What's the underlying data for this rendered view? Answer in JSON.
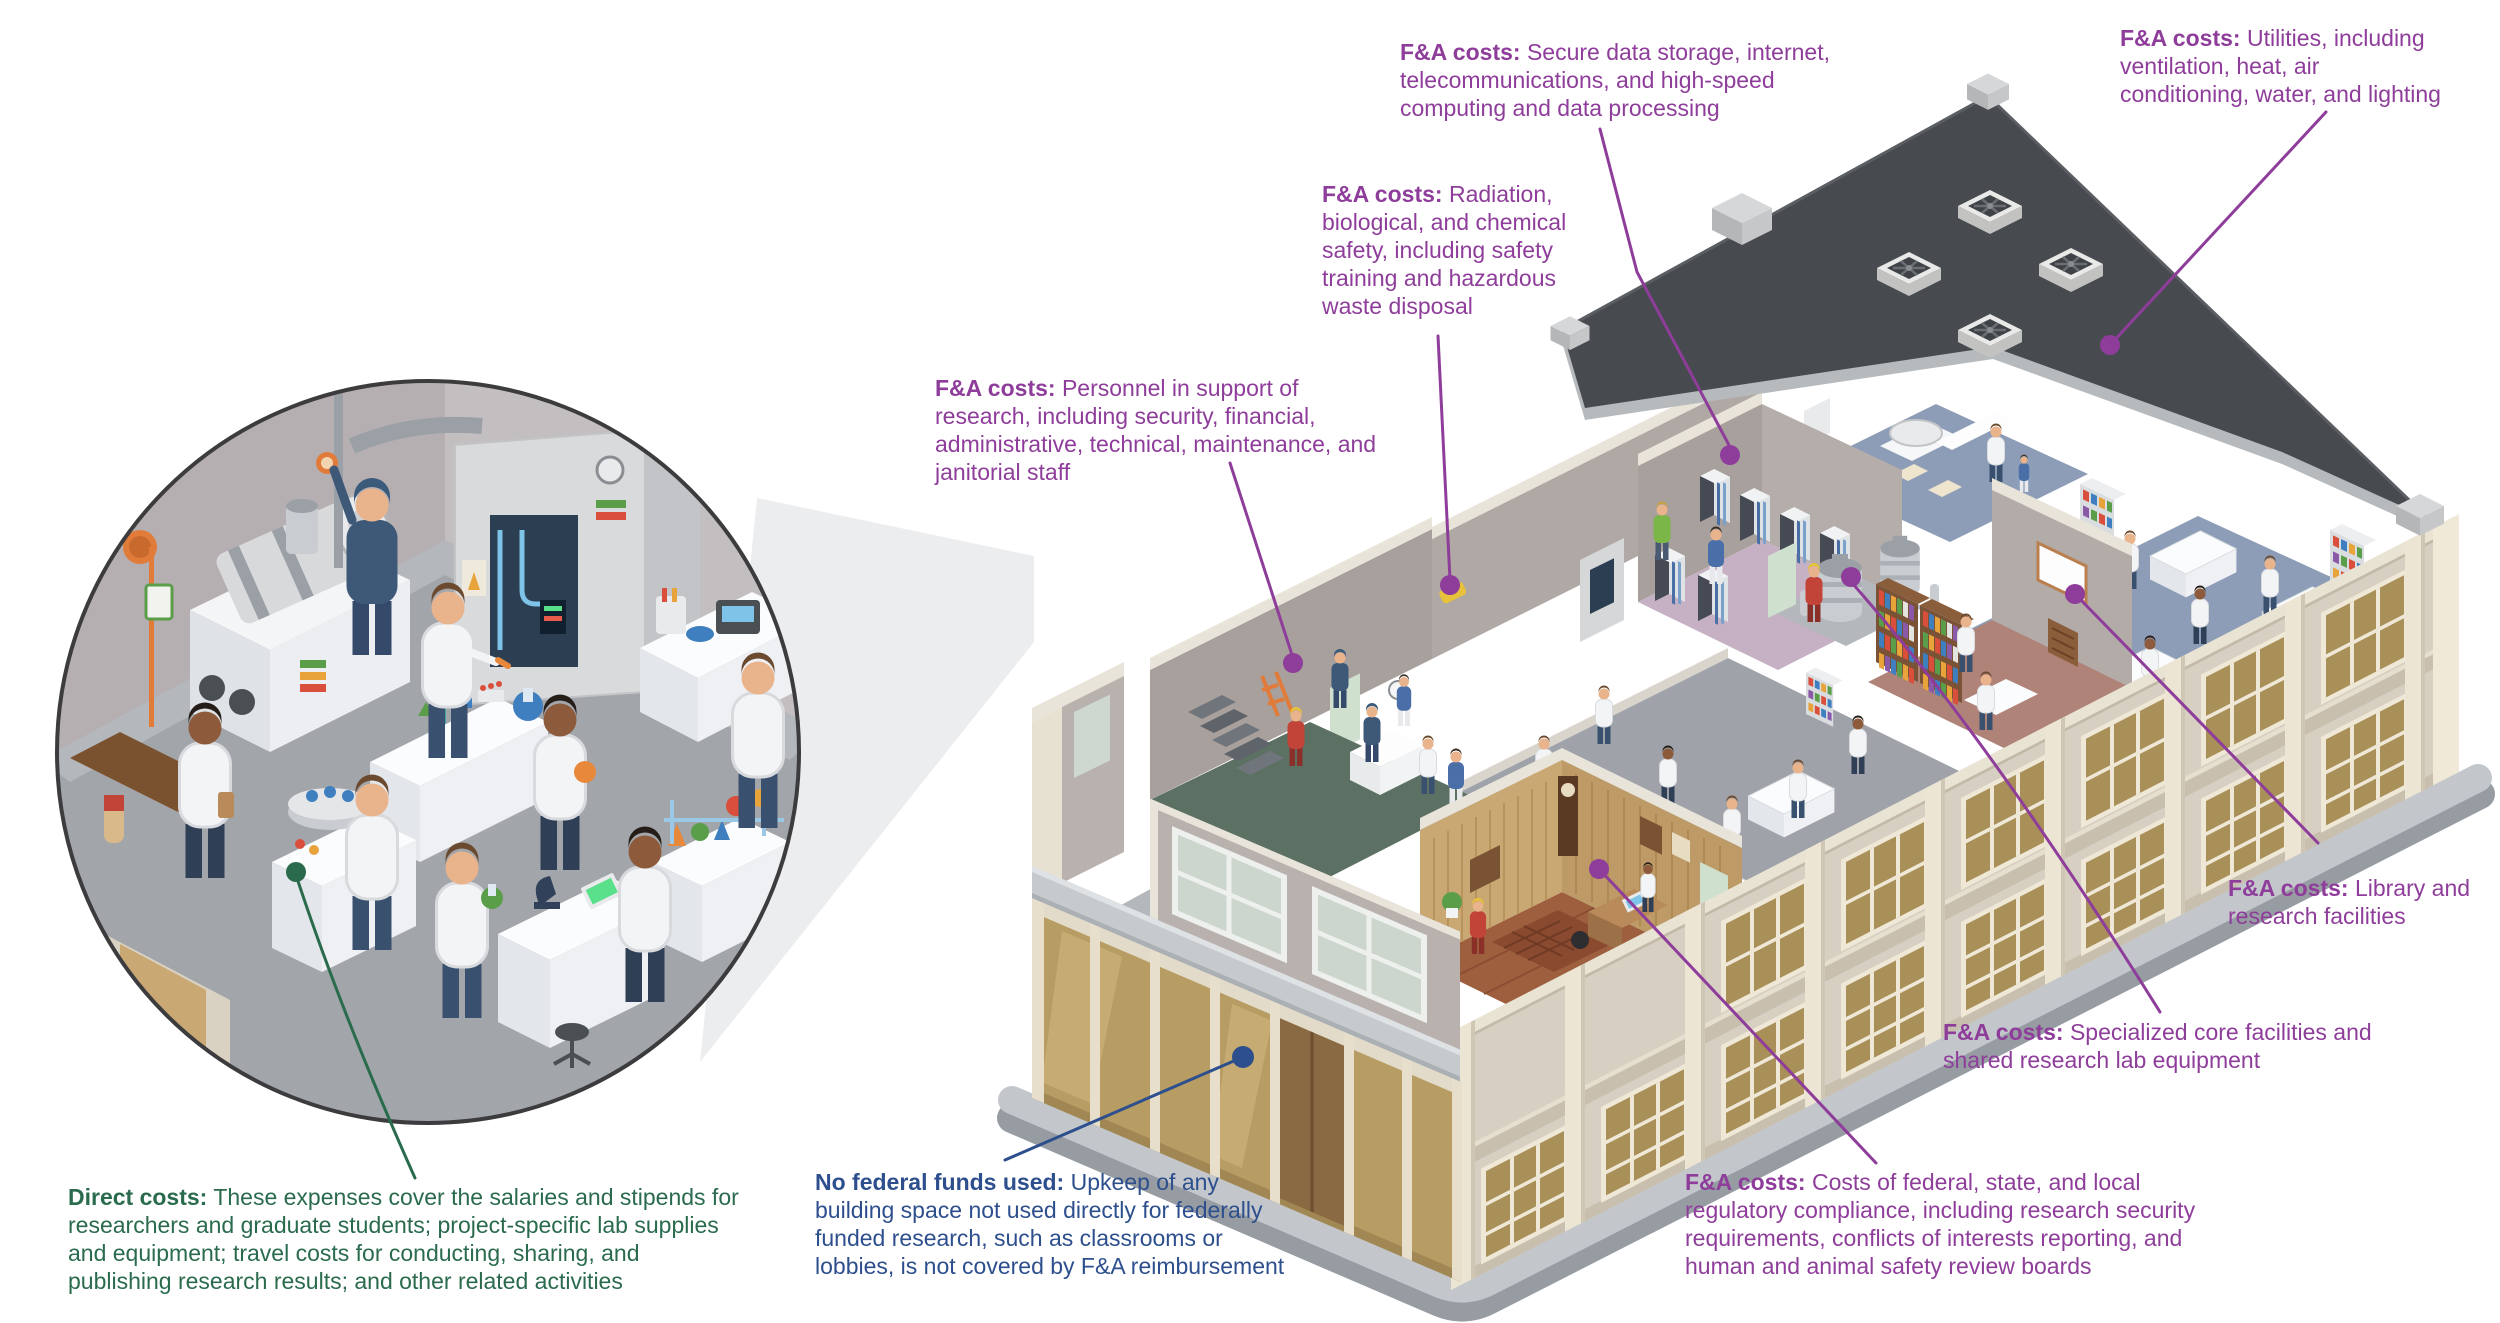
{
  "figure": {
    "type": "isometric cutaway infographic",
    "subject": "Research building showing which spaces are covered by F&A costs, direct costs, or no federal funds",
    "palette": {
      "fa_purple": "#8e3d9a",
      "direct_green": "#2a6b4d",
      "no_federal_blue": "#2d4f8d",
      "roof_dark": "#474b4f",
      "wall_beige": "#d7d0c2",
      "glass_brown": "#a98f58",
      "lab_floor_gray": "#9fa3a9",
      "lab_floor_blue": "#8d9db7",
      "entry_floor_green": "#5c7163",
      "office_floor_wood": "#9d5f3e",
      "server_floor_mauve": "#c5b0c4",
      "library_floor_rose": "#b08379"
    }
  },
  "annotations": {
    "data": {
      "label": "F&A costs:",
      "text": "Secure data storage, internet, telecommunications, and high-speed computing and data processing"
    },
    "utilities": {
      "label": "F&A costs:",
      "text": "Utilities, including ventilation, heat, air conditioning, water, and lighting"
    },
    "safety": {
      "label": "F&A costs:",
      "text": "Radiation, biological, and chemical safety, including safety training and hazardous waste disposal"
    },
    "personnel": {
      "label": "F&A costs:",
      "text": "Personnel in support of research, including security, financial, administrative, technical, maintenance, and janitorial staff"
    },
    "library": {
      "label": "F&A costs:",
      "text": "Library and research facilities"
    },
    "core": {
      "label": "F&A costs:",
      "text": "Specialized core facilities and shared research lab equipment"
    },
    "compliance": {
      "label": "F&A costs:",
      "text": "Costs of federal, state, and local regulatory compliance, including research security requirements, conflicts of interests reporting, and human and animal safety review boards"
    },
    "direct": {
      "label": "Direct costs:",
      "text": "These expenses cover the salaries and stipends for researchers and graduate students; project-specific lab supplies and equipment; travel costs for conducting, sharing, and publishing research results; and other related activities"
    },
    "no_federal": {
      "label": "No federal funds used:",
      "text": "Upkeep of any building space not used directly for federally funded research, such as classrooms or lobbies, is not covered by F&A reimbursement"
    }
  }
}
